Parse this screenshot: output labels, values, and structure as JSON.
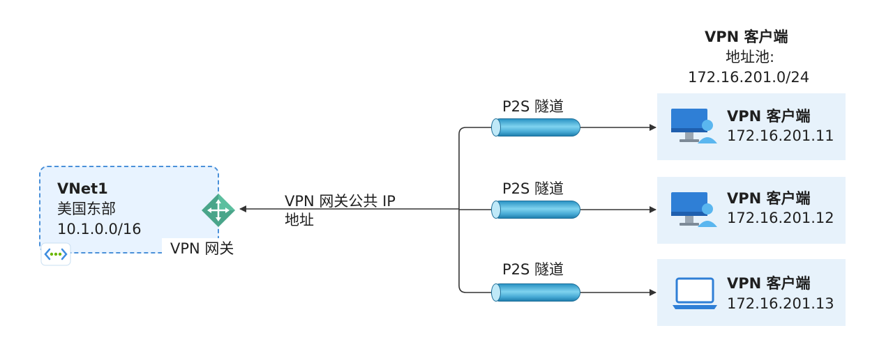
{
  "vnet": {
    "name": "VNet1",
    "region": "美国东部",
    "address_space": "10.1.0.0/16",
    "gateway_label": "VPN 网关"
  },
  "gateway_ip": {
    "line1": "VPN 网关公共 IP",
    "line2": "地址"
  },
  "pool": {
    "title": "VPN 客户端",
    "subtitle": "地址池:",
    "range": "172.16.201.0/24"
  },
  "tunnels": [
    {
      "label": "P2S 隧道"
    },
    {
      "label": "P2S 隧道"
    },
    {
      "label": "P2S 隧道"
    }
  ],
  "clients": [
    {
      "title": "VPN 客户端",
      "ip": "172.16.201.11",
      "icon": "desktop-user-icon"
    },
    {
      "title": "VPN 客户端",
      "ip": "172.16.201.12",
      "icon": "desktop-user-icon"
    },
    {
      "title": "VPN 客户端",
      "ip": "172.16.201.13",
      "icon": "laptop-icon"
    }
  ],
  "colors": {
    "vnet_border": "#4a90d9",
    "vnet_fill": "#e8f3ff",
    "gateway": "#4aa58a",
    "tunnel": "#49acd6",
    "client_card": "#e7f2fb",
    "monitor": "#2f7fd6"
  }
}
